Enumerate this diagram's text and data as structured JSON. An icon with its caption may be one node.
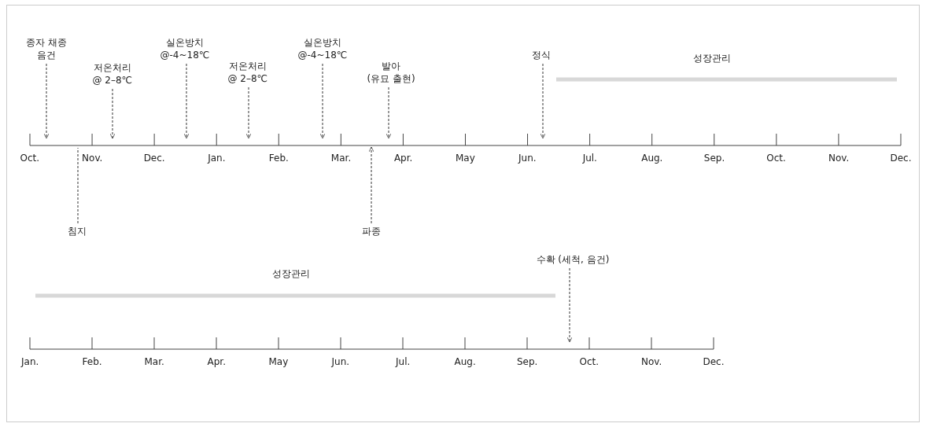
{
  "diagram": {
    "nodes": [
      {
        "text": [
          "종자 채종 음건"
        ]
      },
      {
        "text": [
          "저온처리 @ 2–8℃"
        ]
      },
      {
        "text": [
          "실온방치 @-4~18℃"
        ]
      },
      {
        "text": [
          "저온처리 @ 2–8℃"
        ]
      },
      {
        "text": [
          "실온방치 @-4~18℃"
        ]
      },
      {
        "text": [
          "발아 (유묘 출현)"
        ]
      },
      {
        "text": [
          "정식"
        ]
      },
      {
        "text": [
          "침지"
        ]
      },
      {
        "text": [
          "파종"
        ]
      },
      {
        "text": [
          "수확 (세척, 음건)"
        ]
      }
    ],
    "edges": [
      {
        "from": 0,
        "to": null,
        "arrow": "to",
        "style": "dashed"
      },
      {
        "from": 1,
        "to": null,
        "arrow": "to",
        "style": "dashed"
      },
      {
        "from": 2,
        "to": null,
        "arrow": "to",
        "style": "dashed"
      },
      {
        "from": 3,
        "to": null,
        "arrow": "to",
        "style": "dashed"
      },
      {
        "from": 4,
        "to": null,
        "arrow": "to",
        "style": "dashed"
      },
      {
        "from": 5,
        "to": null,
        "arrow": "to",
        "style": "dashed"
      },
      {
        "from": 6,
        "to": null,
        "arrow": "to",
        "style": "dashed"
      },
      {
        "from": 7,
        "to": null,
        "arrow": "none",
        "style": "dashed"
      },
      {
        "from": 8,
        "to": null,
        "arrow": "to",
        "style": "dashed"
      },
      {
        "from": 9,
        "to": null,
        "arrow": "to",
        "style": "dashed"
      }
    ],
    "labels": [
      "성장관리",
      "Oct.",
      "Nov.",
      "Dec.",
      "Jan.",
      "Feb.",
      "Mar.",
      "Apr.",
      "May",
      "Jun.",
      "Jul.",
      "Aug.",
      "Sep.",
      "Oct.",
      "Nov.",
      "Dec.",
      "성장관리",
      "Jan.",
      "Feb.",
      "Mar.",
      "Apr.",
      "May",
      "Jun.",
      "Jul.",
      "Aug.",
      "Sep.",
      "Oct.",
      "Nov.",
      "Dec."
    ]
  }
}
